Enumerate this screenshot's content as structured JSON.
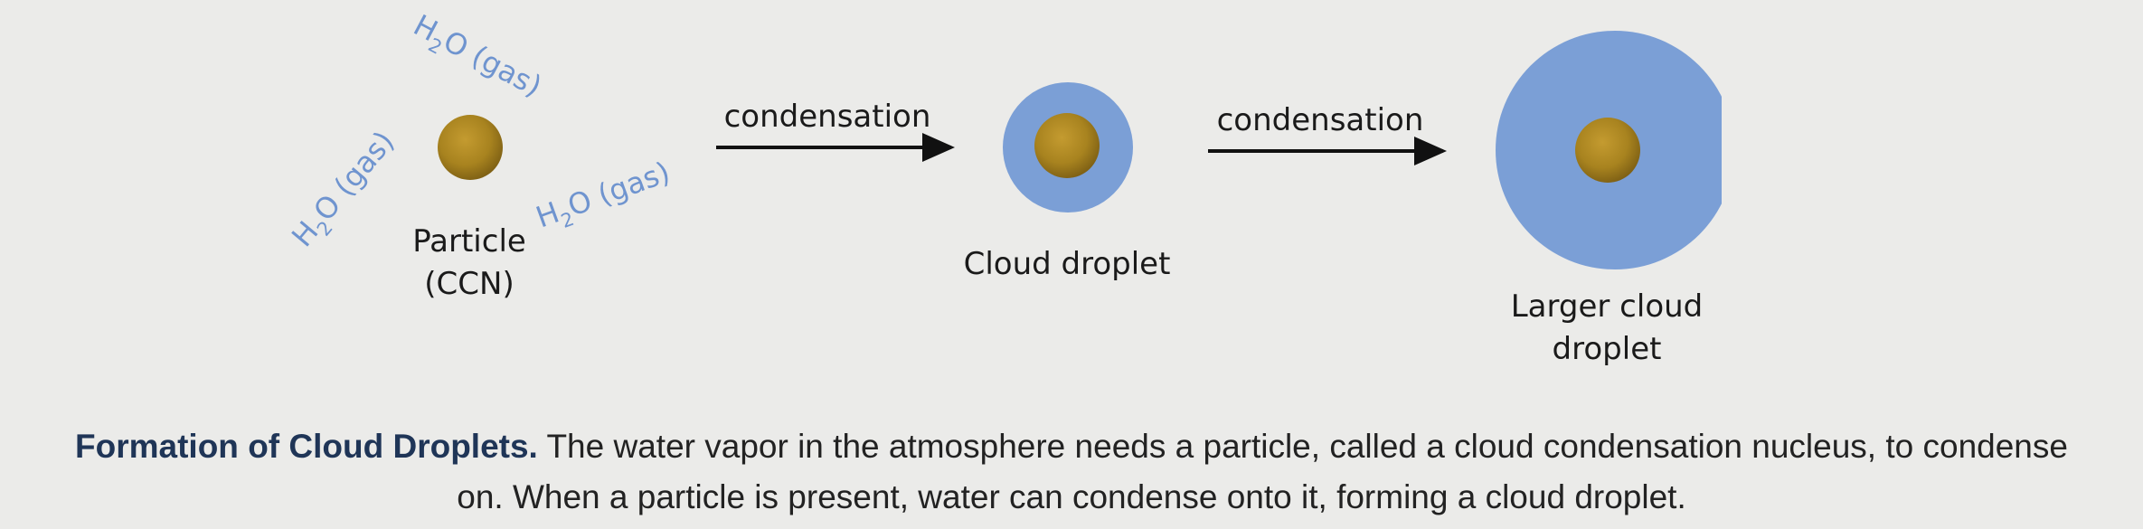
{
  "diagram": {
    "vapor_label": {
      "prefix": "H",
      "subscript": "2",
      "suffix": "O (gas)"
    },
    "particle_label": [
      "Particle",
      "(CCN)"
    ],
    "arrow1_label": "condensation",
    "arrow2_label": "condensation",
    "droplet_label": "Cloud droplet",
    "large_droplet_label": [
      "Larger cloud",
      "droplet"
    ],
    "colors": {
      "particle": "#b08a24",
      "particle_dark": "#8a6a18",
      "water": "#7b9fd6",
      "vapor_text": "#6f94cf",
      "arrow": "#111111"
    }
  },
  "caption": {
    "title": "Formation of Cloud Droplets.",
    "body_line1": " The water vapor in the atmosphere needs a particle, called a cloud condensation nucleus, to condense",
    "body_line2": "on. When a particle is present, water can condense onto it, forming a cloud droplet."
  }
}
